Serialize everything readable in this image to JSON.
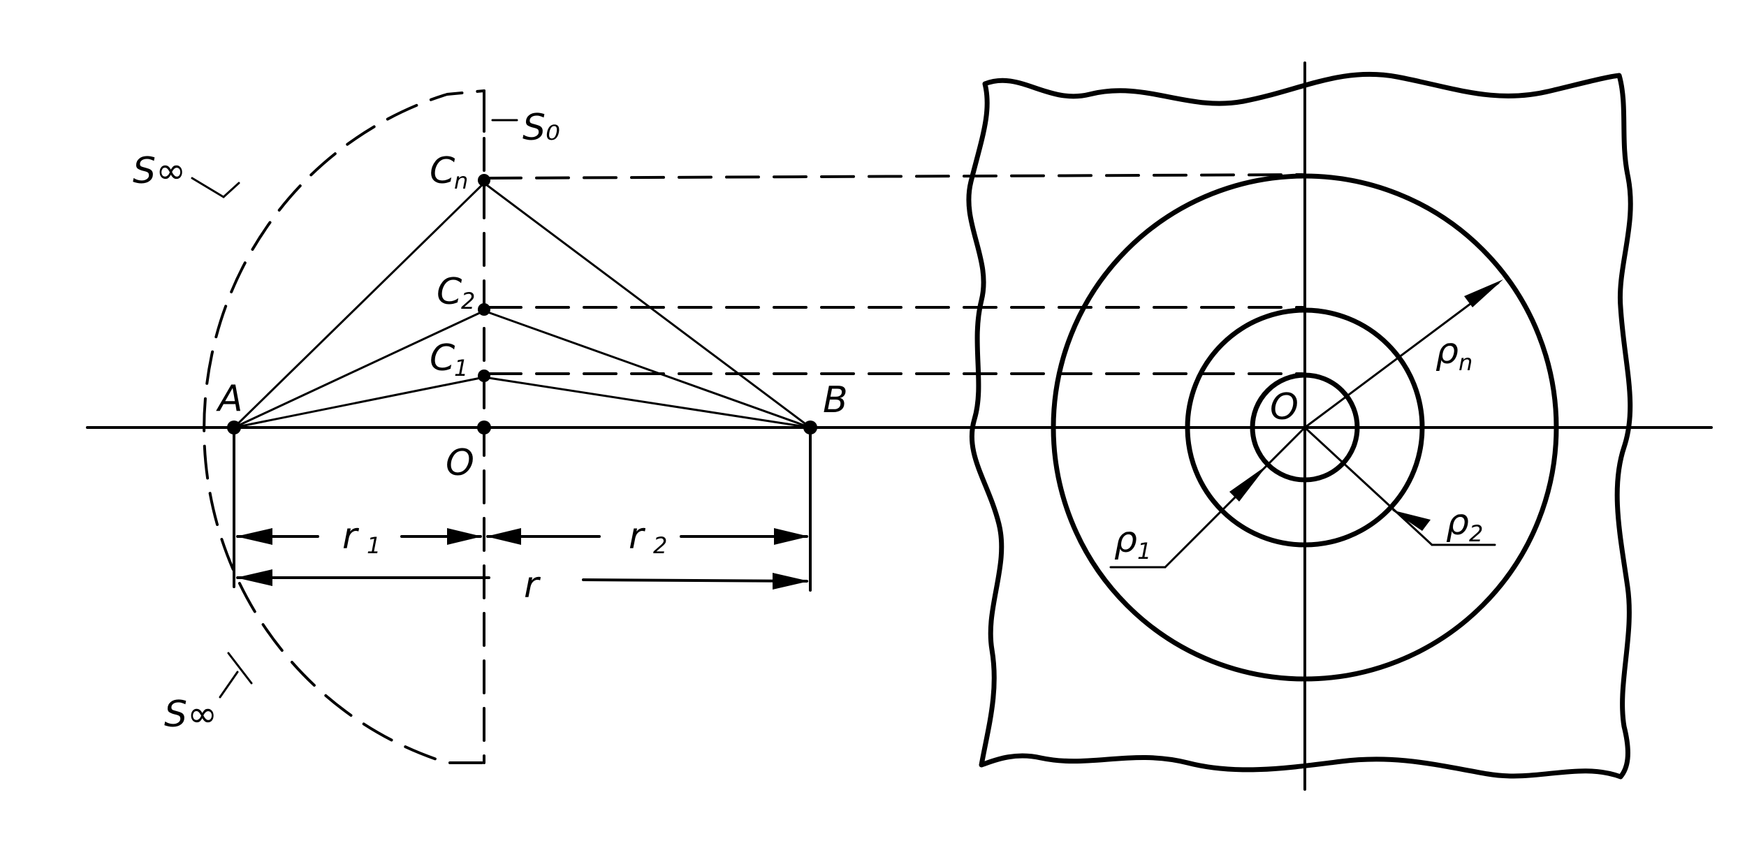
{
  "left_figure": {
    "labels": {
      "s0": "S₀",
      "s_inf_top": "S∞",
      "s_inf_bottom": "S∞",
      "cn": "C",
      "cn_sub": "n",
      "c2": "C",
      "c2_sub": "2",
      "c1": "C",
      "c1_sub": "1",
      "a": "A",
      "b": "B",
      "o": "O",
      "r1": "r",
      "r1_sub": "1",
      "r2": "r",
      "r2_sub": "2",
      "r": "r"
    }
  },
  "right_figure": {
    "labels": {
      "o": "O",
      "rho_n": "ρ",
      "rho_n_sub": "n",
      "rho_1": "ρ",
      "rho_1_sub": "1",
      "rho_2": "ρ",
      "rho_2_sub": "2"
    }
  }
}
